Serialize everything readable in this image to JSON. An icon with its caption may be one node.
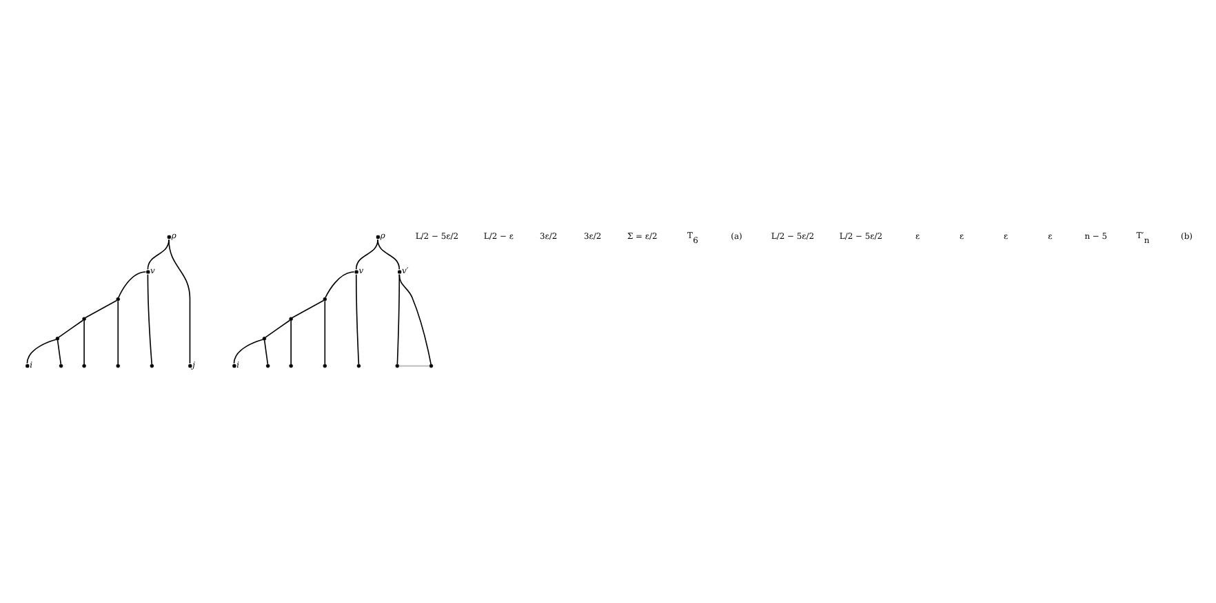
{
  "diagram": {
    "nodes": [
      {
        "text": [],
        "shape": "circle",
        "beside": [
          "ρ"
        ]
      },
      {
        "text": [],
        "shape": "circle",
        "beside": [
          "v"
        ]
      },
      {
        "text": [],
        "shape": "circle",
        "beside": [
          "j"
        ]
      },
      {
        "text": [],
        "shape": "circle"
      },
      {
        "text": [],
        "shape": "circle"
      },
      {
        "text": [],
        "shape": "circle"
      },
      {
        "text": [],
        "shape": "circle",
        "beside": [
          "i"
        ]
      },
      {
        "text": [],
        "shape": "circle"
      },
      {
        "text": [],
        "shape": "circle"
      },
      {
        "text": [],
        "shape": "circle"
      },
      {
        "text": [],
        "shape": "circle"
      },
      {
        "text": [],
        "shape": "circle",
        "beside": [
          "ρ"
        ]
      },
      {
        "text": [],
        "shape": "circle",
        "beside": [
          "v"
        ]
      },
      {
        "text": [],
        "shape": "circle",
        "beside": [
          "v′"
        ]
      },
      {
        "text": [],
        "shape": "circle"
      },
      {
        "text": [],
        "shape": "circle"
      },
      {
        "text": [],
        "shape": "circle"
      },
      {
        "text": [],
        "shape": "circle",
        "beside": [
          "i"
        ]
      },
      {
        "text": [],
        "shape": "circle"
      },
      {
        "text": [],
        "shape": "circle"
      },
      {
        "text": [],
        "shape": "circle"
      },
      {
        "text": [],
        "shape": "circle"
      },
      {
        "text": [],
        "shape": "circle"
      },
      {
        "text": [],
        "shape": "circle"
      }
    ],
    "edges": [
      {
        "from": 0,
        "to": 1,
        "arrow": "none"
      },
      {
        "from": 0,
        "to": 2,
        "arrow": "none"
      },
      {
        "from": 1,
        "to": 3,
        "arrow": "none"
      },
      {
        "from": 1,
        "to": 10,
        "arrow": "none"
      },
      {
        "from": 3,
        "to": 4,
        "arrow": "none"
      },
      {
        "from": 3,
        "to": 9,
        "arrow": "none"
      },
      {
        "from": 4,
        "to": 5,
        "arrow": "none"
      },
      {
        "from": 4,
        "to": 8,
        "arrow": "none"
      },
      {
        "from": 5,
        "to": 6,
        "arrow": "none"
      },
      {
        "from": 5,
        "to": 7,
        "arrow": "none"
      },
      {
        "from": 11,
        "to": 12,
        "arrow": "none"
      },
      {
        "from": 11,
        "to": 13,
        "arrow": "none"
      },
      {
        "from": 12,
        "to": 14,
        "arrow": "none"
      },
      {
        "from": 12,
        "to": 21,
        "arrow": "none"
      },
      {
        "from": 14,
        "to": 15,
        "arrow": "none"
      },
      {
        "from": 14,
        "to": 20,
        "arrow": "none"
      },
      {
        "from": 15,
        "to": 16,
        "arrow": "none"
      },
      {
        "from": 15,
        "to": 19,
        "arrow": "none"
      },
      {
        "from": 16,
        "to": 17,
        "arrow": "none"
      },
      {
        "from": 16,
        "to": 18,
        "arrow": "none"
      },
      {
        "from": 13,
        "to": 22,
        "arrow": "none"
      },
      {
        "from": 13,
        "to": 23,
        "arrow": "none"
      },
      {
        "from": 22,
        "to": 23,
        "arrow": "none",
        "color": "#b4b4b4"
      }
    ],
    "labels": [
      "L/2 − 5ε/2",
      "L/2 − ε",
      "3ε/2",
      "3ε/2",
      "Σ = ε/2",
      "T$_{6}$",
      "(a)",
      "L/2 − 5ε/2",
      "L/2 − 5ε/2",
      "ε",
      "ε",
      "ε",
      "ε",
      "n − 5",
      "T′$_{n}$",
      "(b)"
    ]
  }
}
